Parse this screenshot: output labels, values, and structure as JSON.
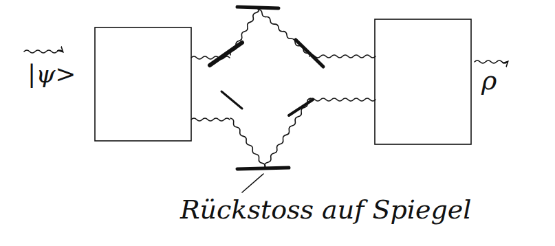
{
  "diagram": {
    "labels": [
      "|ψ>",
      "ρ",
      "Rückstoss auf Spiegel"
    ]
  }
}
